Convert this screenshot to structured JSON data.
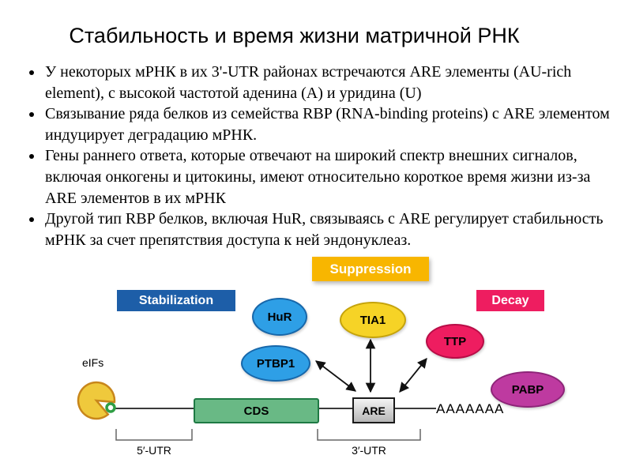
{
  "slide": {
    "title": "Стабильность и время жизни матричной РНК",
    "bullets": [
      "У некоторых мРНК в их 3'-UTR районах встречаются ARE элементы (AU-rich element), с высокой частотой аденина (A) и уридина (U)",
      "Связывание ряда белков из семейства RBP (RNA-binding proteins) с ARE элементом индуцирует деградацию мРНК.",
      "Гены раннего ответа, которые отвечают на широкий спектр внешних сигналов, включая онкогены и цитокины, имеют относительно короткое время жизни из-за ARE элементов в их мРНК",
      "Другой тип RBP белков, включая HuR, связываясь с ARE регулирует стабильность мРНК за счет препятствия доступа к ней эндонуклеаз."
    ]
  },
  "diagram": {
    "boxes": {
      "stabilization": "Stabilization",
      "suppression": "Suppression",
      "decay": "Decay"
    },
    "proteins": {
      "hur": "HuR",
      "tia1": "TIA1",
      "ttp": "TTP",
      "ptbp1": "PTBP1",
      "pabp": "PABP"
    },
    "mrna": {
      "eifs": "eIFs",
      "cds": "CDS",
      "are": "ARE",
      "poly_a": "AAAAAAA",
      "utr5": "5′-UTR",
      "utr3": "3′-UTR"
    },
    "colors": {
      "stabilization_blue": "#1d5ea8",
      "suppression_gold": "#f8b600",
      "decay_pink": "#ee1d60",
      "protein_blue": "#2e9fe6",
      "protein_yellow": "#f6d326",
      "protein_magenta": "#be3aa0",
      "cds_green": "#69b985",
      "are_gray": "#c8c8c8",
      "eifs_yellow": "#efc93c"
    }
  }
}
